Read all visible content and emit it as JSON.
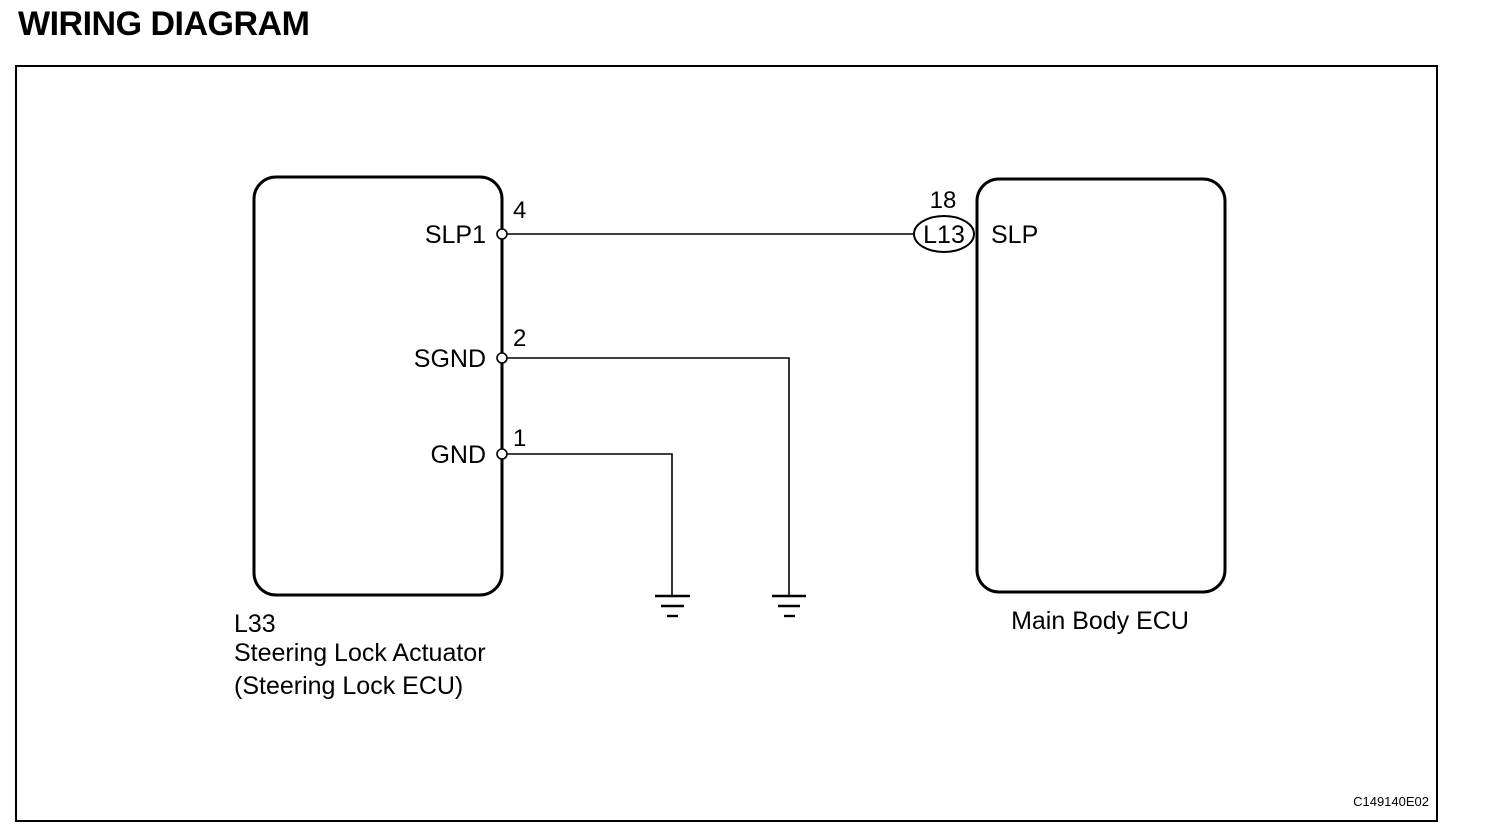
{
  "title": "WIRING DIAGRAM",
  "figure_code": "C149140E02",
  "components": {
    "left": {
      "code": "L33",
      "name_line1": "Steering Lock Actuator",
      "name_line2": "(Steering Lock ECU)",
      "pins": [
        {
          "label": "SLP1",
          "number": "4"
        },
        {
          "label": "SGND",
          "number": "2"
        },
        {
          "label": "GND",
          "number": "1"
        }
      ]
    },
    "right": {
      "name": "Main Body ECU",
      "pin_label": "SLP",
      "connector_code": "L13",
      "connector_pin": "18"
    }
  },
  "icons": [
    "ground-symbol",
    "ground-symbol"
  ]
}
